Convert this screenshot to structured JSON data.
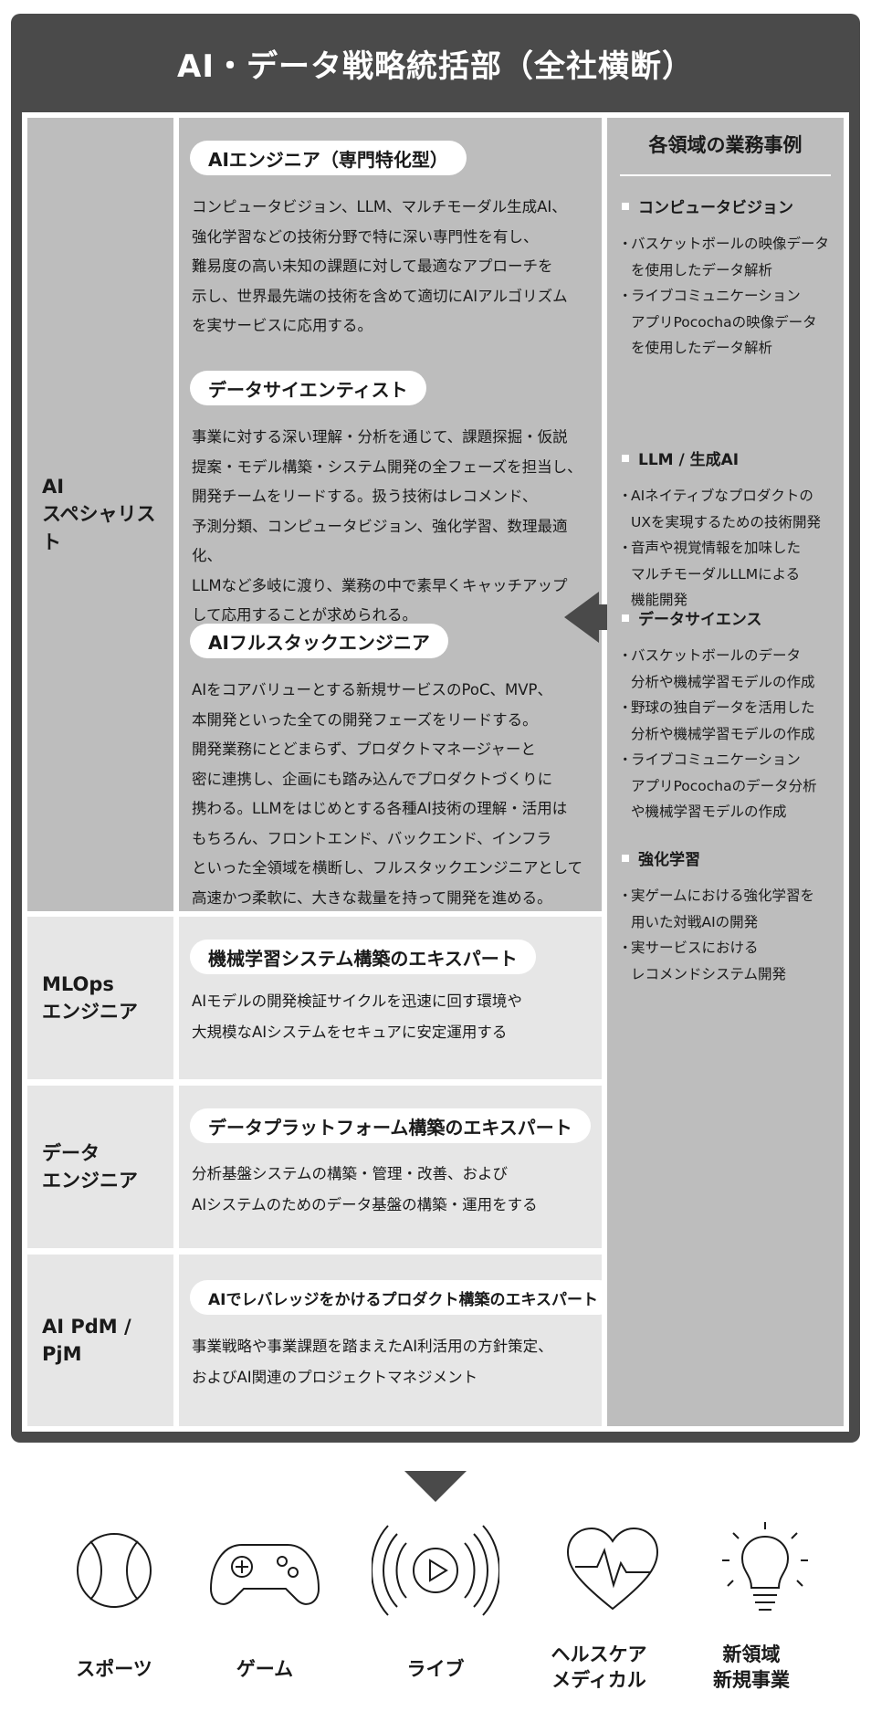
{
  "title": "AI・データ戦略統括部（全社横断）",
  "rows": [
    {
      "label": "AI\nスペシャリスト",
      "roles": [
        {
          "pill": "AIエンジニア（専門特化型）",
          "text": "コンピュータビジョン、LLM、マルチモーダル生成AI、\n強化学習などの技術分野で特に深い専門性を有し、\n難易度の高い未知の課題に対して最適なアプローチを\n示し、世界最先端の技術を含めて適切にAIアルゴリズム\nを実サービスに応用する。"
        },
        {
          "pill": "データサイエンティスト",
          "text": "事業に対する深い理解・分析を通じて、課題探掘・仮説\n提案・モデル構築・システム開発の全フェーズを担当し、\n開発チームをリードする。扱う技術はレコメンド、\n予測分類、コンピュータビジョン、強化学習、数理最適化、\nLLMなど多岐に渡り、業務の中で素早くキャッチアップ\nして応用することが求められる。"
        },
        {
          "pill": "AIフルスタックエンジニア",
          "text": "AIをコアバリューとする新規サービスのPoC、MVP、\n本開発といった全ての開発フェーズをリードする。\n開発業務にとどまらず、プロダクトマネージャーと\n密に連携し、企画にも踏み込んでプロダクトづくりに\n携わる。LLMをはじめとする各種AI技術の理解・活用は\nもちろん、フロントエンド、バックエンド、インフラ\nといった全領域を横断し、フルスタックエンジニアとして\n高速かつ柔軟に、大きな裁量を持って開発を進める。"
        }
      ]
    },
    {
      "label": "MLOps\nエンジニア",
      "pill": "機械学習システム構築のエキスパート",
      "text": "AIモデルの開発検証サイクルを迅速に回す環境や\n大規模なAIシステムをセキュアに安定運用する"
    },
    {
      "label": "データ\nエンジニア",
      "pill": "データプラットフォーム構築のエキスパート",
      "text": "分析基盤システムの構築・管理・改善、および\nAIシステムのためのデータ基盤の構築・運用をする"
    },
    {
      "label": "AI PdM /\nPjM",
      "pill": "AIでレバレッジをかけるプロダクト構築のエキスパート",
      "text": "事業戦略や事業課題を踏まえたAI利活用の方針策定、\nおよびAI関連のプロジェクトマネジメント"
    }
  ],
  "examples": {
    "title": "各領域の業務事例",
    "categories": [
      {
        "name": "コンピュータビジョン",
        "items": [
          "バスケットボールの映像データ\nを使用したデータ解析",
          "ライブコミュニケーション\nアプリPocochaの映像データ\nを使用したデータ解析"
        ]
      },
      {
        "name": "LLM / 生成AI",
        "items": [
          "AIネイティブなプロダクトの\nUXを実現するための技術開発",
          "音声や視覚情報を加味した\nマルチモーダルLLMによる\n機能開発"
        ]
      },
      {
        "name": "データサイエンス",
        "items": [
          "バスケットボールのデータ\n分析や機械学習モデルの作成",
          "野球の独自データを活用した\n分析や機械学習モデルの作成",
          "ライブコミュニケーション\nアプリPocochaのデータ分析\nや機械学習モデルの作成"
        ]
      },
      {
        "name": "強化学習",
        "items": [
          "実ゲームにおける強化学習を\n用いた対戦AIの開発",
          "実サービスにおける\nレコメンドシステム開発"
        ]
      }
    ]
  },
  "domains": [
    {
      "icon": "baseball-icon",
      "label": "スポーツ"
    },
    {
      "icon": "gamepad-icon",
      "label": "ゲーム"
    },
    {
      "icon": "live-stream-icon",
      "label": "ライブ"
    },
    {
      "icon": "heart-pulse-icon",
      "label": "ヘルスケア\nメディカル"
    },
    {
      "icon": "lightbulb-icon",
      "label": "新領域\n新規事業"
    }
  ],
  "colors": {
    "frame": "#4a4a4a",
    "dark_panel": "#bdbdbd",
    "light_panel": "#e6e6e6",
    "arrow": "#4a4a4a"
  }
}
